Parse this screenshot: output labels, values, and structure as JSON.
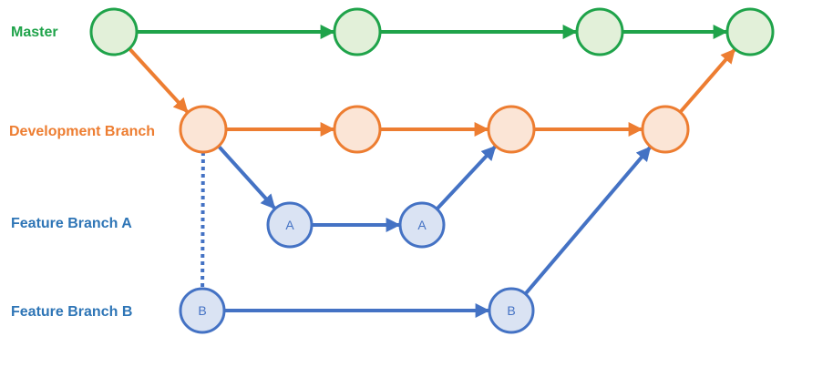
{
  "diagram": {
    "lanes": [
      {
        "id": "master",
        "label": "Master",
        "color": "#1fa34a"
      },
      {
        "id": "development",
        "label": "Development Branch",
        "color": "#ed7d31"
      },
      {
        "id": "feature-a",
        "label": "Feature Branch A",
        "color": "#2e75b6"
      },
      {
        "id": "feature-b",
        "label": "Feature Branch B",
        "color": "#2e75b6"
      }
    ],
    "nodes": [
      {
        "id": "m1",
        "lane": "master",
        "label": "",
        "stroke": "#1fa34a",
        "fill": "#e2f0d9"
      },
      {
        "id": "m2",
        "lane": "master",
        "label": "",
        "stroke": "#1fa34a",
        "fill": "#e2f0d9"
      },
      {
        "id": "m3",
        "lane": "master",
        "label": "",
        "stroke": "#1fa34a",
        "fill": "#e2f0d9"
      },
      {
        "id": "m4",
        "lane": "master",
        "label": "",
        "stroke": "#1fa34a",
        "fill": "#e2f0d9"
      },
      {
        "id": "d1",
        "lane": "development",
        "label": "",
        "stroke": "#ed7d31",
        "fill": "#fbe5d6"
      },
      {
        "id": "d2",
        "lane": "development",
        "label": "",
        "stroke": "#ed7d31",
        "fill": "#fbe5d6"
      },
      {
        "id": "d3",
        "lane": "development",
        "label": "",
        "stroke": "#ed7d31",
        "fill": "#fbe5d6"
      },
      {
        "id": "d4",
        "lane": "development",
        "label": "",
        "stroke": "#ed7d31",
        "fill": "#fbe5d6"
      },
      {
        "id": "a1",
        "lane": "feature-a",
        "label": "A",
        "stroke": "#4472c4",
        "fill": "#dae3f3"
      },
      {
        "id": "a2",
        "lane": "feature-a",
        "label": "A",
        "stroke": "#4472c4",
        "fill": "#dae3f3"
      },
      {
        "id": "b1",
        "lane": "feature-b",
        "label": "B",
        "stroke": "#4472c4",
        "fill": "#dae3f3"
      },
      {
        "id": "b2",
        "lane": "feature-b",
        "label": "B",
        "stroke": "#4472c4",
        "fill": "#dae3f3"
      }
    ],
    "edges": [
      {
        "from": "m1",
        "to": "m2",
        "color": "#1fa34a",
        "style": "solid",
        "arrow": true
      },
      {
        "from": "m2",
        "to": "m3",
        "color": "#1fa34a",
        "style": "solid",
        "arrow": true
      },
      {
        "from": "m3",
        "to": "m4",
        "color": "#1fa34a",
        "style": "solid",
        "arrow": true
      },
      {
        "from": "m1",
        "to": "d1",
        "color": "#ed7d31",
        "style": "solid",
        "arrow": true
      },
      {
        "from": "d1",
        "to": "d2",
        "color": "#ed7d31",
        "style": "solid",
        "arrow": true
      },
      {
        "from": "d2",
        "to": "d3",
        "color": "#ed7d31",
        "style": "solid",
        "arrow": true
      },
      {
        "from": "d3",
        "to": "d4",
        "color": "#ed7d31",
        "style": "solid",
        "arrow": true
      },
      {
        "from": "d4",
        "to": "m4",
        "color": "#ed7d31",
        "style": "solid",
        "arrow": true
      },
      {
        "from": "d1",
        "to": "a1",
        "color": "#4472c4",
        "style": "solid",
        "arrow": true
      },
      {
        "from": "a1",
        "to": "a2",
        "color": "#4472c4",
        "style": "solid",
        "arrow": true
      },
      {
        "from": "a2",
        "to": "d3",
        "color": "#4472c4",
        "style": "solid",
        "arrow": true
      },
      {
        "from": "d1",
        "to": "b1",
        "color": "#4472c4",
        "style": "dotted",
        "arrow": false
      },
      {
        "from": "b1",
        "to": "b2",
        "color": "#4472c4",
        "style": "solid",
        "arrow": true
      },
      {
        "from": "b2",
        "to": "d4",
        "color": "#4472c4",
        "style": "solid",
        "arrow": true
      }
    ]
  }
}
